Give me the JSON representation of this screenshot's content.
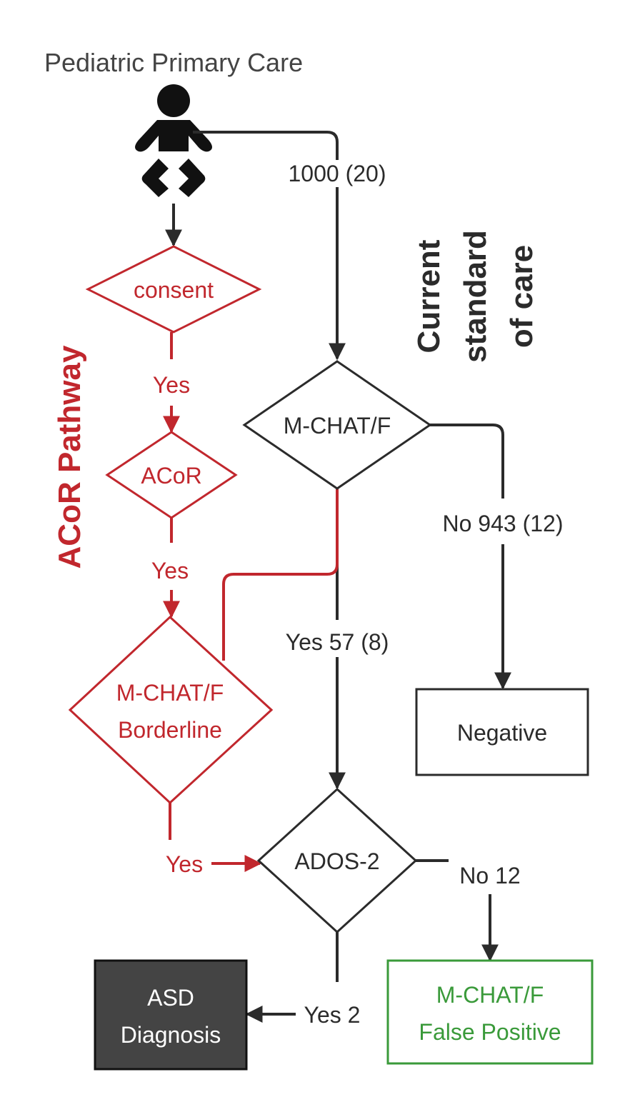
{
  "header": {
    "title": "Pediatric Primary Care"
  },
  "side_labels": {
    "acor_pathway": "ACoR Pathway",
    "current_line1": "Current",
    "current_line2": "standard",
    "current_line3": "of care"
  },
  "nodes": {
    "consent": "consent",
    "acor": "ACoR",
    "mchat": "M-CHAT/F",
    "mchat_borderline_line1": "M-CHAT/F",
    "mchat_borderline_line2": "Borderline",
    "ados": "ADOS-2",
    "negative": "Negative",
    "asd_line1": "ASD",
    "asd_line2": "Diagnosis",
    "false_pos_line1": "M-CHAT/F",
    "false_pos_line2": "False Positive"
  },
  "edges": {
    "to_mchat": "1000 (20)",
    "consent_yes": "Yes",
    "acor_yes": "Yes",
    "mchat_no": "No 943 (12)",
    "mchat_yes": "Yes 57 (8)",
    "borderline_yes": "Yes",
    "ados_no": "No 12",
    "ados_yes": "Yes 2"
  },
  "colors": {
    "standard": "#2b2b2b",
    "acor": "#c1272d",
    "false_positive": "#3a9a3a",
    "asd_fill": "#444444"
  }
}
